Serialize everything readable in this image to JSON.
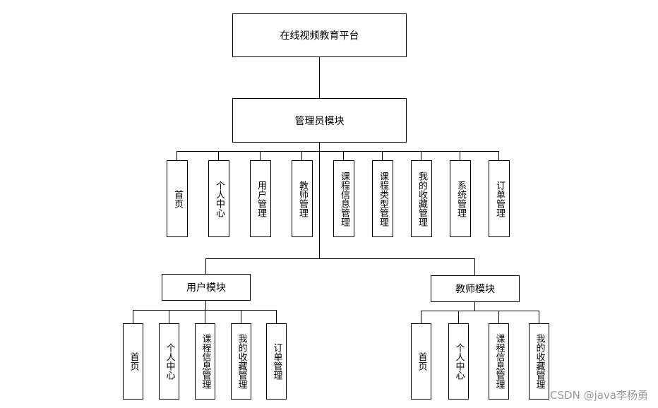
{
  "root": {
    "label": "在线视频教育平台"
  },
  "admin": {
    "label": "管理员模块",
    "children": [
      "首页",
      "个人中心",
      "用户管理",
      "教师管理",
      "课程信息管理",
      "课程类型管理",
      "我的收藏管理",
      "系统管理",
      "订单管理"
    ]
  },
  "user": {
    "label": "用户模块",
    "children": [
      "首页",
      "个人中心",
      "课程信息管理",
      "我的收藏管理",
      "订单管理"
    ]
  },
  "teacher": {
    "label": "教师模块",
    "children": [
      "首页",
      "个人中心",
      "课程信息管理",
      "我的收藏管理"
    ]
  },
  "watermark": "CSDN @java李杨勇"
}
